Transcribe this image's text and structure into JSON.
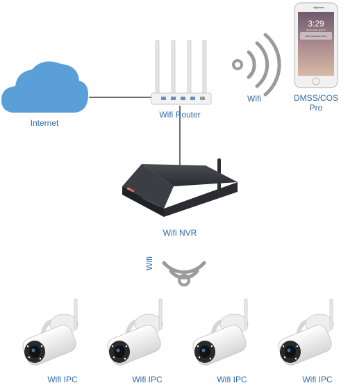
{
  "nodes": {
    "internet": {
      "label": "Internet"
    },
    "router": {
      "label": "Wifi Router"
    },
    "phone": {
      "label": "DMSS/COS Pro",
      "screen_time": "3:29",
      "screen_date": "Wednesday, April 22",
      "notification": "Motion Detection Alarm"
    },
    "nvr": {
      "label": "Wifi NVR",
      "brand": "alhua"
    },
    "cameras": [
      {
        "label": "Wifi IPC"
      },
      {
        "label": "Wifi IPC"
      },
      {
        "label": "Wifi IPC"
      },
      {
        "label": "Wifi IPC"
      }
    ]
  },
  "links": {
    "router_phone": {
      "label": "Wifi"
    },
    "nvr_cameras": {
      "label": "Wifi"
    }
  },
  "colors": {
    "cloud": "#5a9fd8",
    "label": "#2f6aa6",
    "wire": "#3a3a3a",
    "wifi_arcs": "#9a9a9a"
  }
}
